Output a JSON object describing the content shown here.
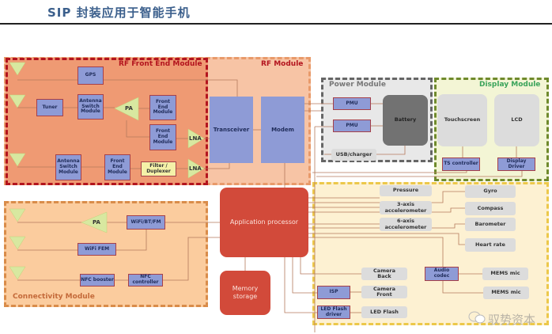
{
  "title": "SIP 封装应用于智能手机",
  "rf_module": {
    "label": "RF Module",
    "transceiver": "Transceiver",
    "modem": "Modem"
  },
  "rf_front_end": {
    "label": "RF Front End Module",
    "gps": "GPS",
    "tuner": "Tuner",
    "antenna_switch_1": "Antenna Switch Module",
    "pa": "PA",
    "front_end_1": "Front End Module",
    "front_end_2": "Front End Module",
    "lna_1": "LNA",
    "antenna_switch_2": "Antenna Switch Module",
    "front_end_3": "Front End Module",
    "filter": "Filter / Duplexer",
    "lna_2": "LNA"
  },
  "power_module": {
    "label": "Power Module",
    "pmu_1": "PMU",
    "pmu_2": "PMU",
    "battery": "Battery",
    "usb": "USB/charger"
  },
  "display_module": {
    "label": "Display Module",
    "touchscreen": "Touchscreen",
    "lcd": "LCD",
    "ts_controller": "TS controller",
    "display_driver": "Display Driver"
  },
  "connectivity_module": {
    "label": "Connectivity Module",
    "pa": "PA",
    "wifi_bt_fm": "WiFi/BT/FM",
    "wifi_fem": "WiFi FEM",
    "nfc_booster": "NFC booster",
    "nfc_controller": "NFC controller"
  },
  "core": {
    "app_processor": "Application processor",
    "memory": "Memory storage"
  },
  "sensors": {
    "pressure": "Pressure",
    "acc3": "3-axis accelerometer",
    "acc6": "6-axis accelerometer",
    "gyro": "Gyro",
    "compass": "Compass",
    "barometer": "Barometer",
    "heart_rate": "Heart rate",
    "camera_back": "Camera Back",
    "camera_front": "Camera Front",
    "led_flash": "LED Flash",
    "isp": "ISP",
    "led_flash_driver": "LED Flash driver",
    "audio_codec": "Audio codec",
    "mems_mic_1": "MEMS mic",
    "mems_mic_2": "MEMS mic"
  },
  "watermark": "驭势资本",
  "colors": {
    "title": "#3b5f8c",
    "rf_fill": "#f7c4a5",
    "rf_front_fill": "#ef9a73",
    "chip": "#8e9bd6",
    "processor": "#d24a3a",
    "power_fill": "#e8e8e8",
    "display_fill": "#f3f5d5",
    "sensor_fill": "#fdf1d2"
  }
}
